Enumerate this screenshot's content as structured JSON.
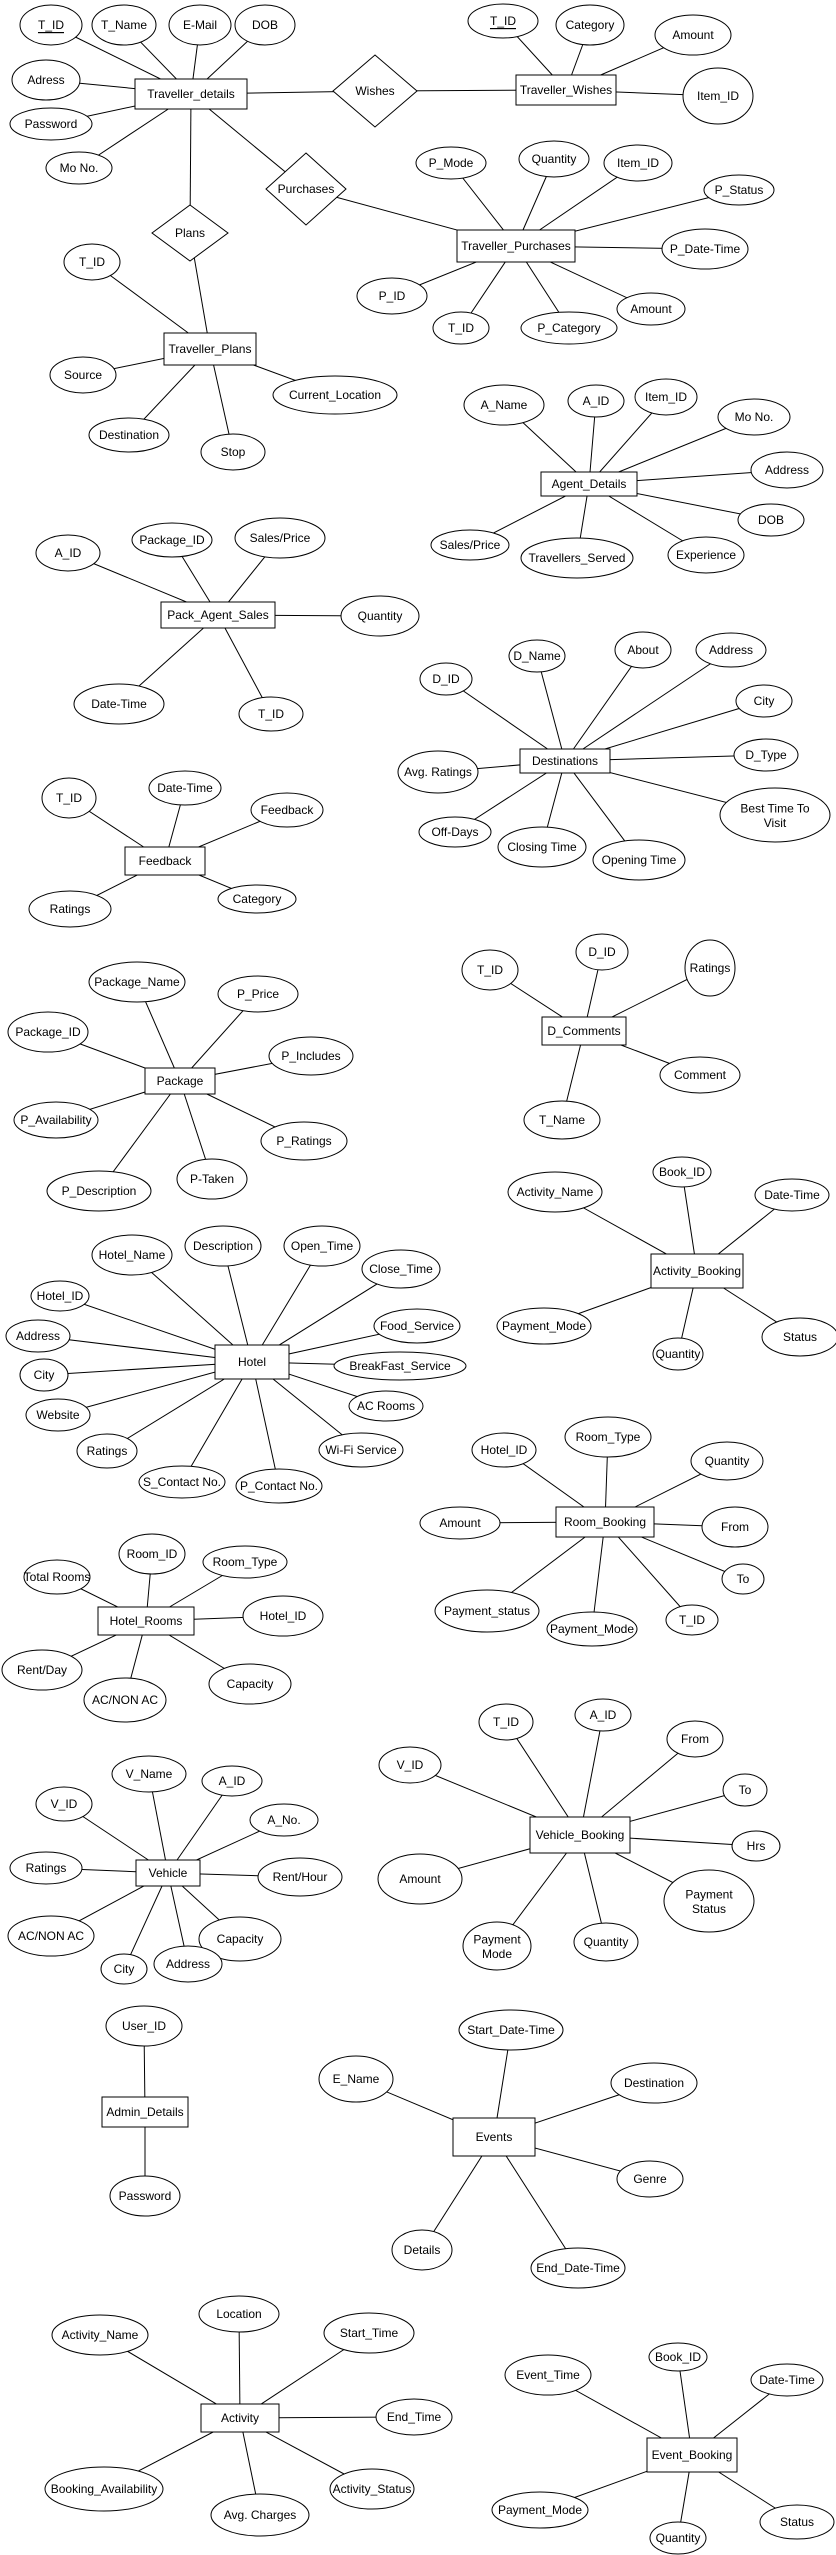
{
  "entities": [
    {
      "name": "Traveller_details",
      "attributes": [
        "T_ID",
        "T_Name",
        "E-Mail",
        "DOB",
        "Adress",
        "Password",
        "Mo No."
      ]
    },
    {
      "name": "Traveller_Wishes",
      "attributes": [
        "T_ID",
        "Category",
        "Amount",
        "Item_ID"
      ]
    },
    {
      "name": "Traveller_Purchases",
      "attributes": [
        "P_Mode",
        "Quantity",
        "Item_ID",
        "P_Status",
        "P_Date-Time",
        "Amount",
        "P_Category",
        "T_ID",
        "P_ID"
      ]
    },
    {
      "name": "Traveller_Plans",
      "attributes": [
        "T_ID",
        "Source",
        "Destination",
        "Stop",
        "Current_Location"
      ]
    },
    {
      "name": "Agent_Details",
      "attributes": [
        "A_Name",
        "A_ID",
        "Item_ID",
        "Mo No.",
        "Address",
        "DOB",
        "Experience",
        "Travellers_Served",
        "Sales/Price"
      ]
    },
    {
      "name": "Pack_Agent_Sales",
      "attributes": [
        "A_ID",
        "Package_ID",
        "Sales/Price",
        "Quantity",
        "T_ID",
        "Date-Time"
      ]
    },
    {
      "name": "Destinations",
      "attributes": [
        "D_ID",
        "D_Name",
        "About",
        "Address",
        "City",
        "D_Type",
        "Best Time To Visit",
        "Opening Time",
        "Closing Time",
        "Off-Days",
        "Avg. Ratings"
      ]
    },
    {
      "name": "Feedback",
      "attributes": [
        "T_ID",
        "Date-Time",
        "Feedback",
        "Category",
        "Ratings"
      ]
    },
    {
      "name": "Package",
      "attributes": [
        "Package_Name",
        "P_Price",
        "Package_ID",
        "P_Includes",
        "P_Availability",
        "P_Ratings",
        "P_Description",
        "P-Taken"
      ]
    },
    {
      "name": "D_Comments",
      "attributes": [
        "T_ID",
        "D_ID",
        "Ratings",
        "Comment",
        "T_Name"
      ]
    },
    {
      "name": "Activity_Booking",
      "attributes": [
        "Activity_Name",
        "Book_ID",
        "Date-Time",
        "Payment_Mode",
        "Quantity",
        "Status"
      ]
    },
    {
      "name": "Hotel",
      "attributes": [
        "Hotel_Name",
        "Description",
        "Open_Time",
        "Close_Time",
        "Hotel_ID",
        "Food_Service",
        "Address",
        "BreakFast_Service",
        "City",
        "AC Rooms",
        "Website",
        "Wi-Fi Service",
        "Ratings",
        "S_Contact No.",
        "P_Contact No."
      ]
    },
    {
      "name": "Room_Booking",
      "attributes": [
        "Room_Type",
        "Hotel_ID",
        "Quantity",
        "Amount",
        "From",
        "To",
        "Payment_status",
        "Payment_Mode",
        "T_ID"
      ]
    },
    {
      "name": "Hotel_Rooms",
      "attributes": [
        "Room_ID",
        "Room_Type",
        "Hotel_ID",
        "Total Rooms",
        "Rent/Day",
        "AC/NON AC",
        "Capacity"
      ]
    },
    {
      "name": "Vehicle",
      "attributes": [
        "V_Name",
        "A_ID",
        "V_ID",
        "A_No.",
        "Ratings",
        "Rent/Hour",
        "AC/NON AC",
        "Capacity",
        "City",
        "Address"
      ]
    },
    {
      "name": "Vehicle_Booking",
      "attributes": [
        "T_ID",
        "A_ID",
        "V_ID",
        "From",
        "To",
        "Hrs",
        "Amount",
        "Payment Status",
        "Payment Mode",
        "Quantity"
      ]
    },
    {
      "name": "Admin_Details",
      "attributes": [
        "User_ID",
        "Password"
      ]
    },
    {
      "name": "Events",
      "attributes": [
        "Start_Date-Time",
        "E_Name",
        "Destination",
        "Genre",
        "Details",
        "End_Date-Time"
      ]
    },
    {
      "name": "Activity",
      "attributes": [
        "Location",
        "Activity_Name",
        "Start_Time",
        "End_Time",
        "Booking_Availability",
        "Avg. Charges",
        "Activity_Status"
      ]
    },
    {
      "name": "Event_Booking",
      "attributes": [
        "Event_Time",
        "Book_ID",
        "Date-Time",
        "Payment_Mode",
        "Quantity",
        "Status"
      ]
    }
  ],
  "relationships": [
    {
      "name": "Wishes",
      "connects": [
        "Traveller_details",
        "Traveller_Wishes"
      ]
    },
    {
      "name": "Purchases",
      "connects": [
        "Traveller_details",
        "Traveller_Purchases"
      ]
    },
    {
      "name": "Plans",
      "connects": [
        "Traveller_details",
        "Traveller_Plans"
      ]
    }
  ]
}
